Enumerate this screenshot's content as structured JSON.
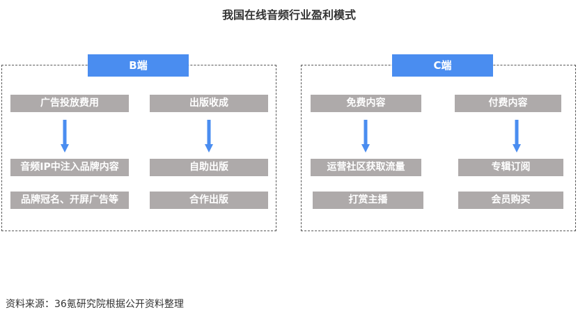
{
  "title": "我国在线音频行业盈利模式",
  "source": "资料来源：36氪研究院根据公开资料整理",
  "colors": {
    "header": "#4a8df0",
    "box": "#aeaaaa",
    "arrow": "#4a8df0",
    "border": "#555555"
  },
  "b_panel": {
    "header": "B端",
    "left": {
      "top": "广告投放费用",
      "items": [
        "音频IP中注入品牌内容",
        "品牌冠名、开屏广告等"
      ]
    },
    "right": {
      "top": "出版收成",
      "items": [
        "自助出版",
        "合作出版"
      ]
    }
  },
  "c_panel": {
    "header": "C端",
    "left": {
      "top": "免费内容",
      "items": [
        "运营社区获取流量",
        "打赏主播"
      ]
    },
    "right": {
      "top": "付费内容",
      "items": [
        "专辑订阅",
        "会员购买"
      ]
    }
  }
}
